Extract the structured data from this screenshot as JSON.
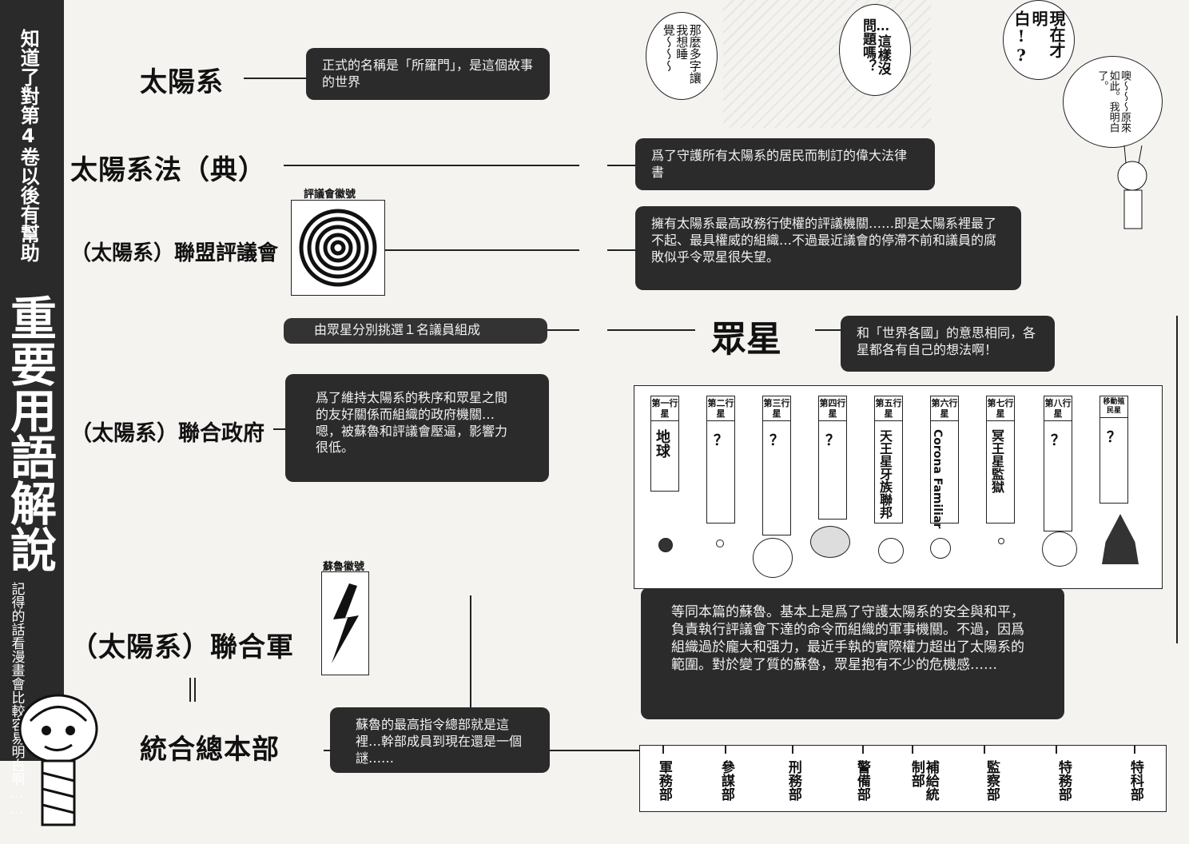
{
  "sidebar": {
    "subtitle": "知道了對第4卷以後有幫助",
    "title": "重要用語解說",
    "note": "記得的話看漫畫會比較容易明白啊……"
  },
  "terms": {
    "solar_system": "太陽系",
    "solar_law": "太陽系法（典）",
    "council": "（太陽系）聯盟評議會",
    "government": "（太陽系）聯合政府",
    "army": "（太陽系）聯合軍",
    "hq": "統合總本部",
    "stars": "眾星"
  },
  "descriptions": {
    "solar_system": "正式的名稱是「所羅門」，是這個故事的世界",
    "solar_law": "爲了守護所有太陽系的居民而制訂的偉大法律書",
    "council": "擁有太陽系最高政務行使權的評議機關……即是太陽系裡最了不起、最具權威的組織…不過最近議會的停滯不前和議員的腐敗似乎令眾星很失望。",
    "council_members": "由眾星分別挑選１名議員組成",
    "stars": "和「世界各國」的意思相同，各星都各有自己的想法啊！",
    "government": "爲了維持太陽系的秩序和眾星之間的友好關係而組織的政府機關…嗯，被蘇魯和評議會壓逼，影響力很低。",
    "army": "等同本篇的蘇魯。基本上是爲了守護太陽系的安全與和平，負責執行評議會下達的命令而組織的軍事機關。不過，因爲組織過於龐大和强力，最近手執的實際權力超出了太陽系的範圍。對於變了質的蘇魯，眾星抱有不少的危機感……",
    "hq": "蘇魯的最高指令總部就是這裡…幹部成員到現在還是一個謎……"
  },
  "emblems": {
    "council_label": "評議會徽號",
    "solu_label": "蘇魯徽號"
  },
  "planets": [
    {
      "header": "第一行星",
      "name": "地球"
    },
    {
      "header": "第二行星",
      "name": "？"
    },
    {
      "header": "第三行星",
      "name": "？"
    },
    {
      "header": "第四行星",
      "name": "？"
    },
    {
      "header": "第五行星",
      "name": "天王星牙族聯邦"
    },
    {
      "header": "第六行星",
      "name": "Corona Familiar"
    },
    {
      "header": "第七行星",
      "name": "冥王星監獄"
    },
    {
      "header": "第八行星",
      "name": "？"
    },
    {
      "header": "移動殖民星",
      "name": "？"
    }
  ],
  "departments": [
    "軍務部",
    "參謀部",
    "刑務部",
    "警備部",
    "補給統制部",
    "監察部",
    "特務部",
    "特科部"
  ],
  "bubbles": {
    "b1": "那麼多字讓我想睡覺〜〜〜",
    "b2": "…這樣沒問題嗎？",
    "b3": "現在才明白!?",
    "b4": "噢〜〜〜原來如此。我明白了。"
  }
}
